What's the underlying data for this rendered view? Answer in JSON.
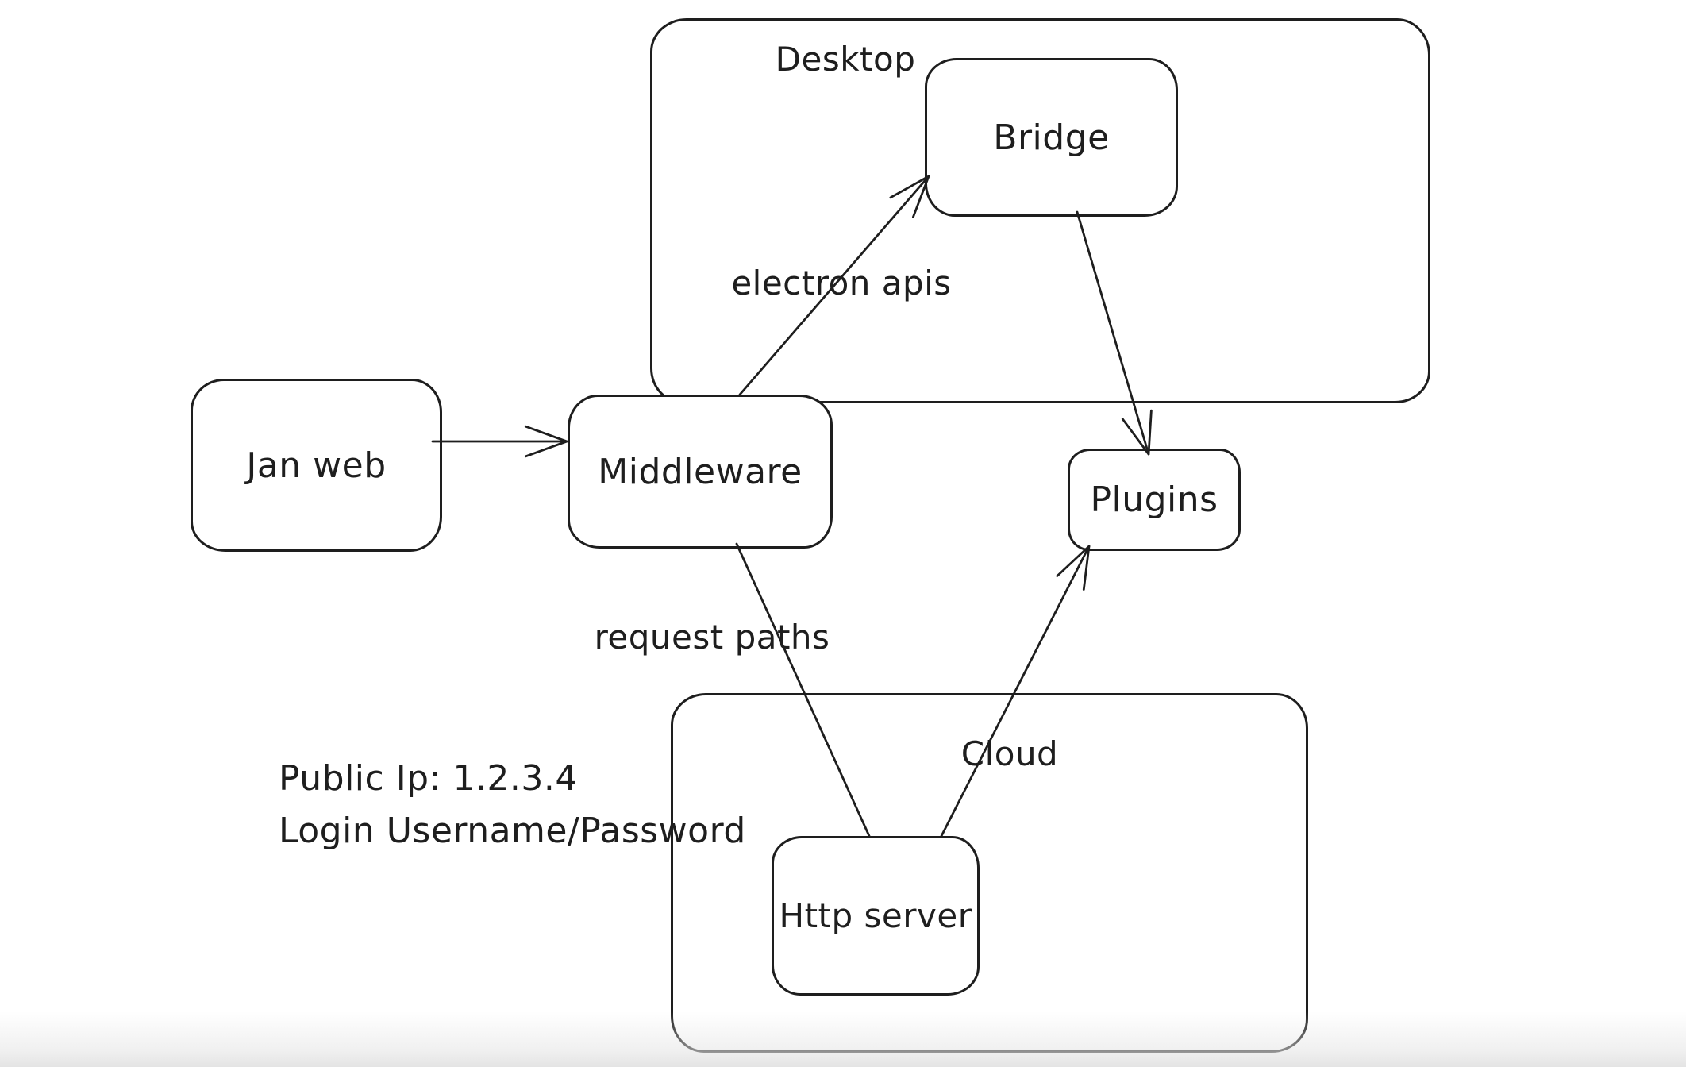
{
  "diagram": {
    "containers": [
      {
        "id": "desktop",
        "label": "Desktop"
      },
      {
        "id": "cloud",
        "label": "Cloud"
      }
    ],
    "nodes": [
      {
        "id": "jan-web",
        "label": "Jan web"
      },
      {
        "id": "middleware",
        "label": "Middleware"
      },
      {
        "id": "bridge",
        "label": "Bridge"
      },
      {
        "id": "plugins",
        "label": "Plugins"
      },
      {
        "id": "http-server",
        "label": "Http server"
      }
    ],
    "edges": [
      {
        "from": "jan-web",
        "to": "middleware",
        "label": "",
        "arrowhead": true
      },
      {
        "from": "middleware",
        "to": "bridge",
        "label": "electron apis",
        "arrowhead": true
      },
      {
        "from": "bridge",
        "to": "plugins",
        "label": "",
        "arrowhead": true
      },
      {
        "from": "middleware",
        "to": "http-server",
        "label": "request paths",
        "arrowhead": false
      },
      {
        "from": "http-server",
        "to": "plugins",
        "label": "",
        "arrowhead": true
      }
    ],
    "annotations": [
      "Public Ip: 1.2.3.4",
      "Login Username/Password"
    ],
    "colors": {
      "stroke": "#1e1e1e",
      "canvas_background": "#ffffff"
    }
  }
}
